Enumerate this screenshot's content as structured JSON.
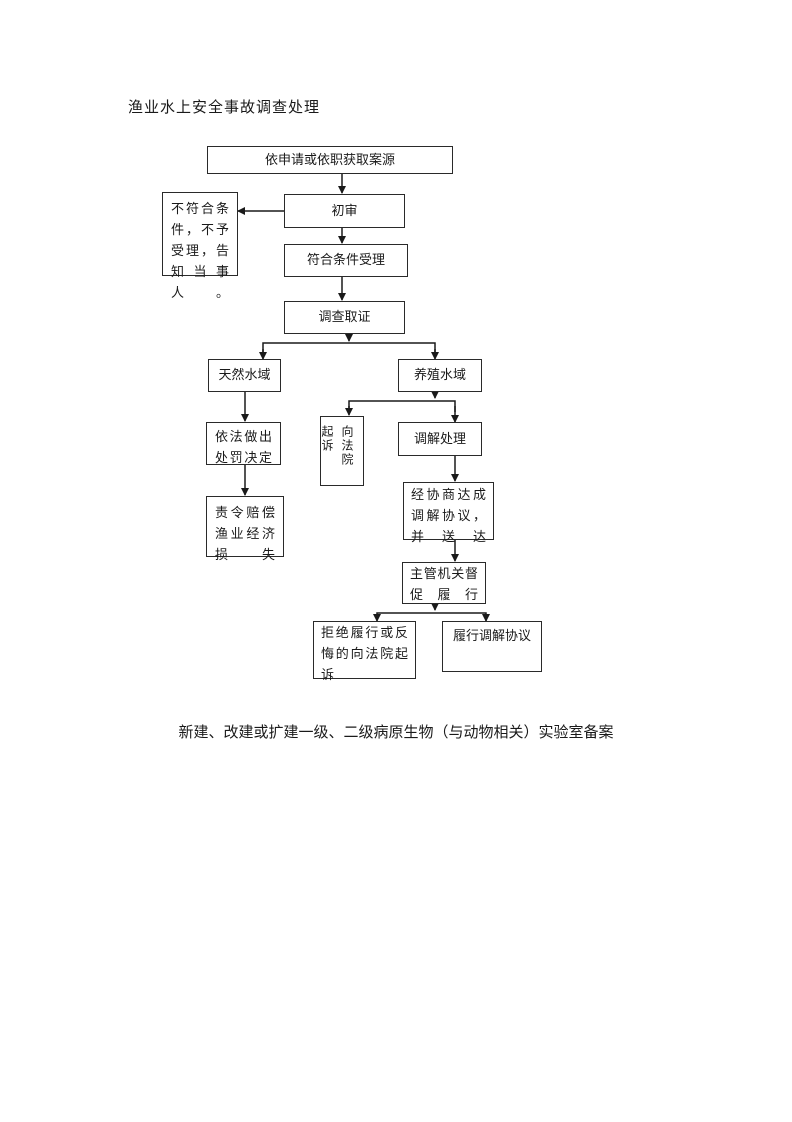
{
  "title": "渔业水上安全事故调查处理",
  "nodes": {
    "source": "依申请或依职获取案源",
    "initial_review": "初审",
    "not_qualified": "不符合条件，不予受理，告知当事人。",
    "qualified": "符合条件受理",
    "investigation": "调查取证",
    "natural_waters": "天然水域",
    "aquaculture_waters": "养殖水域",
    "penalty_decision": "依法做出处罚决定",
    "compensation": "责令赔偿渔业经济损失",
    "sue_court": "向法院起诉",
    "mediation": "调解处理",
    "agreement": "经协商达成调解协议，并送达",
    "supervision": "主管机关督促履行",
    "refuse": "拒绝履行或反悔的向法院起诉",
    "perform": "履行调解协议"
  },
  "caption": "新建、改建或扩建一级、二级病原生物（与动物相关）实验室备案"
}
